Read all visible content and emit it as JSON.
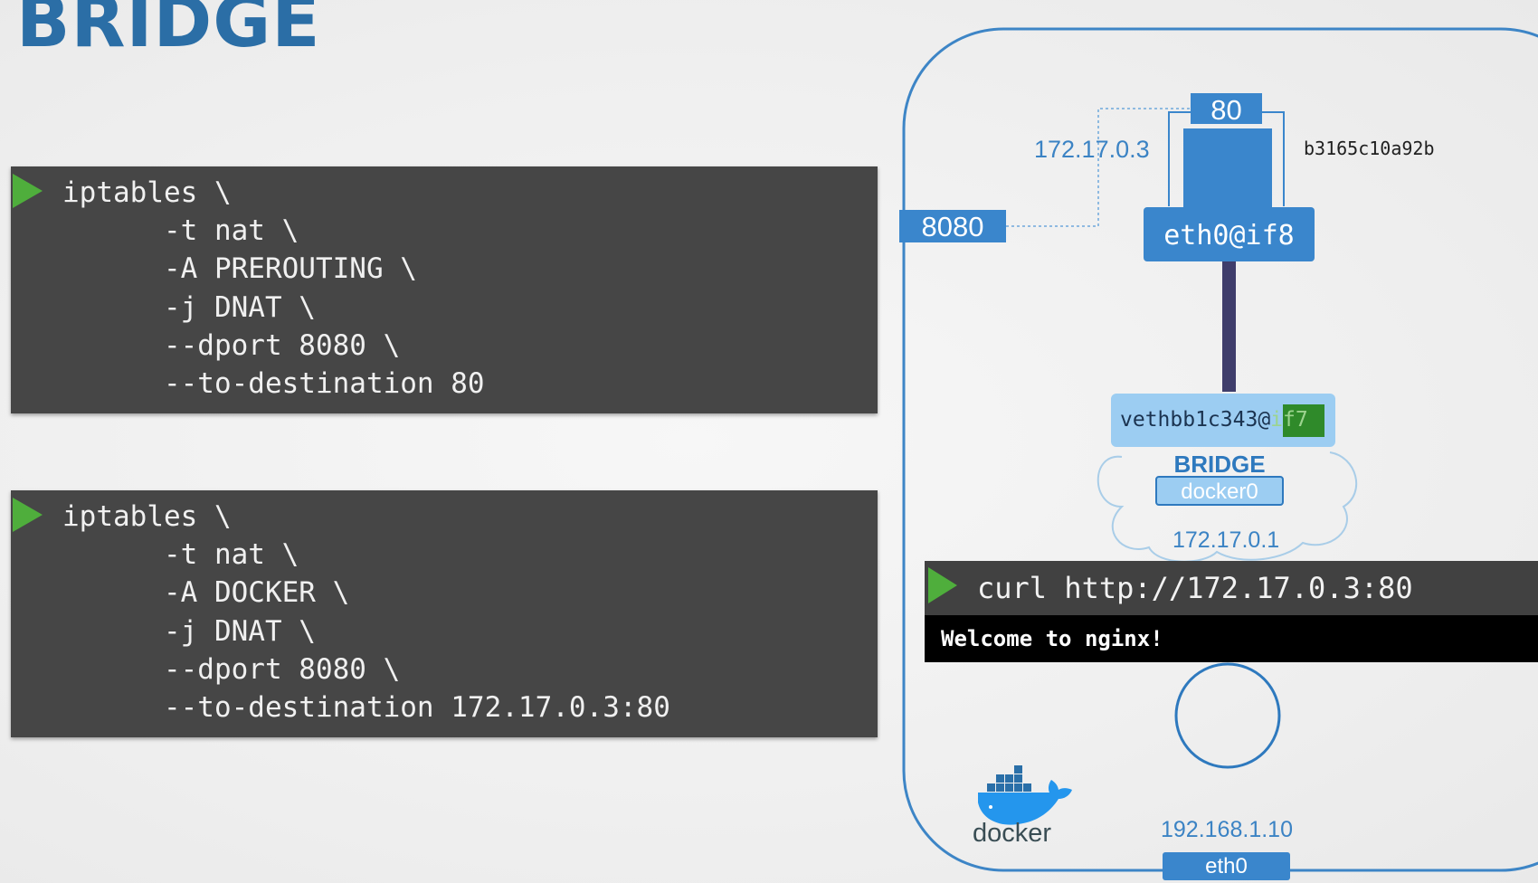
{
  "title": "BRIDGE",
  "commands": [
    {
      "lines": [
        "iptables \\",
        "      -t nat \\",
        "      -A PREROUTING \\",
        "      -j DNAT \\",
        "      --dport 8080 \\",
        "      --to-destination 80"
      ]
    },
    {
      "lines": [
        "iptables \\",
        "      -t nat \\",
        "      -A DOCKER \\",
        "      -j DNAT \\",
        "      --dport 8080 \\",
        "      --to-destination 172.17.0.3:80"
      ]
    }
  ],
  "diagram": {
    "container_port": "80",
    "container_ip": "172.17.0.3",
    "container_id": "b3165c10a92b",
    "host_port": "8080",
    "container_iface": "eth0@if8",
    "veth_prefix": "vethbb1c343@",
    "veth_suffix": "if7",
    "bridge_label": "BRIDGE",
    "bridge_name": "docker0",
    "bridge_ip": "172.17.0.1",
    "host_ip": "192.168.1.10",
    "host_iface": "eth0",
    "docker_logo_text": "docker"
  },
  "curl": {
    "command": "curl http://172.17.0.3:80",
    "output": "Welcome to nginx!"
  },
  "colors": {
    "title": "#2b6ea6",
    "box_blue": "#3a86cc",
    "host_outline": "#3d85c6",
    "veth_box": "#9ccdf2",
    "highlight_green": "#2f8a2a",
    "terminal_bg": "#464646",
    "play_green": "#4fae3c"
  }
}
